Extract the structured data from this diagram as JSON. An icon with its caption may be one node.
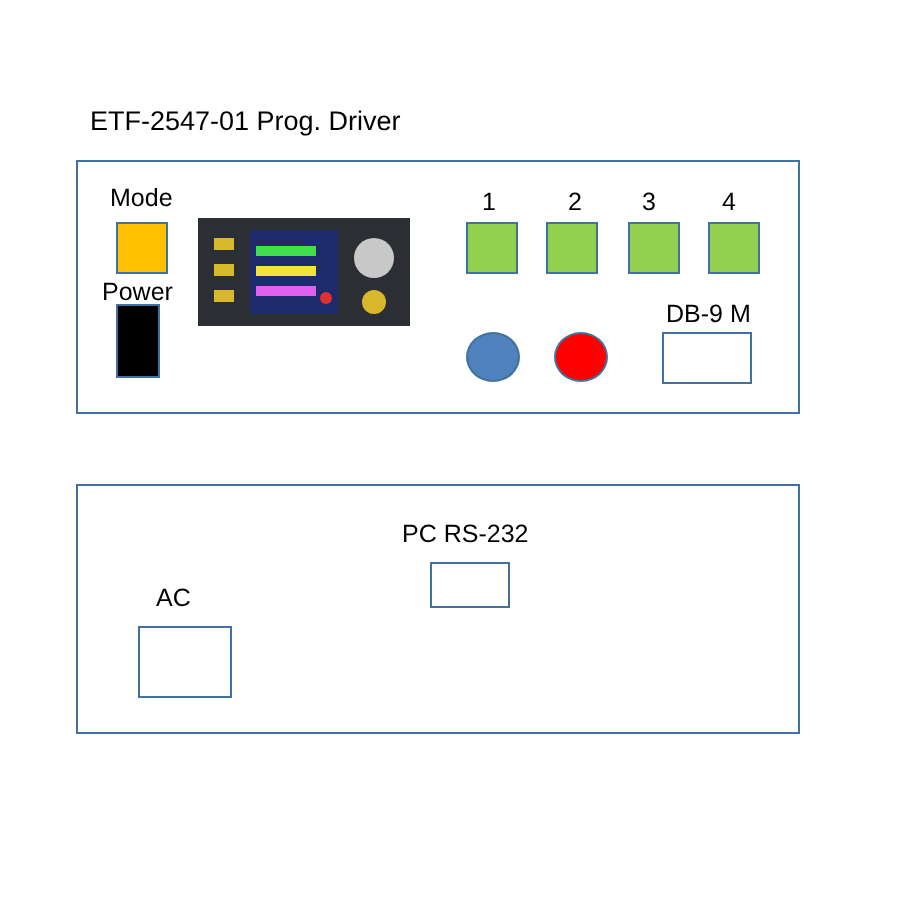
{
  "diagram": {
    "nodes": [
      {
        "text": [
          "ETF-2547-01 Prog. Driver"
        ]
      },
      {
        "text": [
          "Mode"
        ],
        "in": 0
      },
      {
        "text": [
          "Power"
        ],
        "in": 0
      },
      {
        "text": [
          "1"
        ],
        "in": 0
      },
      {
        "text": [
          "2"
        ],
        "in": 0
      },
      {
        "text": [
          "3"
        ],
        "in": 0
      },
      {
        "text": [
          "4"
        ],
        "in": 0
      },
      {
        "text": [],
        "shape": "circle",
        "in": 0
      },
      {
        "text": [],
        "shape": "circle",
        "in": 0
      },
      {
        "text": [
          "DB-9 M"
        ],
        "in": 0
      },
      {
        "text": [],
        "shape": "box"
      },
      {
        "text": [
          "PC RS-232"
        ],
        "in": 10
      },
      {
        "text": [
          "AC"
        ],
        "in": 10
      }
    ]
  }
}
